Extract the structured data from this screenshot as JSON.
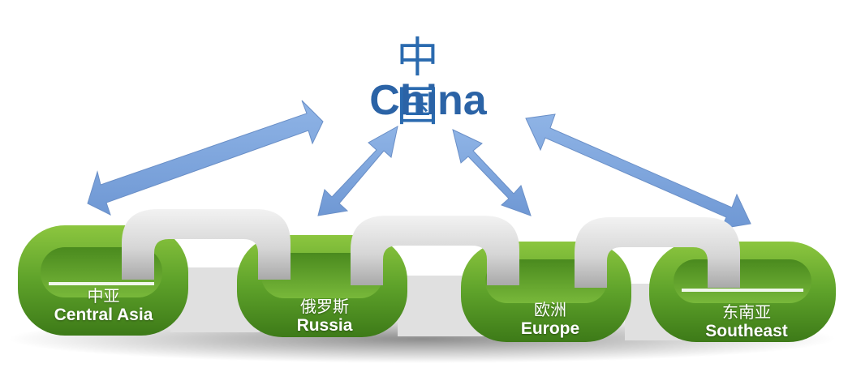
{
  "title": {
    "chinese": "中 国",
    "english": "China"
  },
  "regions": [
    {
      "chinese": "中亚",
      "english": "Central Asia"
    },
    {
      "chinese": "俄罗斯",
      "english": "Russia"
    },
    {
      "chinese": "欧洲",
      "english": "Europe"
    },
    {
      "chinese": "东南亚",
      "english": "Southeast"
    }
  ],
  "colors": {
    "title_blue": "#2b63a6",
    "arrow_blue": "#7fa6dd",
    "chain_green": "#5ea22a",
    "link_gray": "#d4d4d4"
  }
}
